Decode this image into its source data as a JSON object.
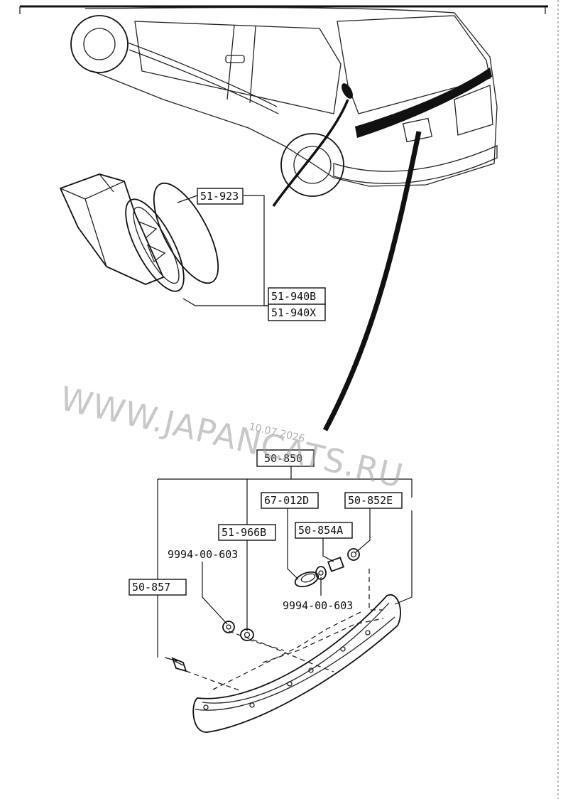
{
  "watermark": {
    "text": "WWW.JAPANCATS.RU",
    "date": "10.07.2026"
  },
  "parts": {
    "garnish_cap": "51-923",
    "lamp_upper": "51-940B",
    "lamp_lower": "51-940X",
    "spoiler": "50-850",
    "lamp_lens": "67-012D",
    "clip_e": "50-852E",
    "screw_a": "50-854A",
    "grommet": "51-966B",
    "bolt": "50-857",
    "nut_left": "9994-00-603",
    "nut_right": "9994-00-603"
  }
}
